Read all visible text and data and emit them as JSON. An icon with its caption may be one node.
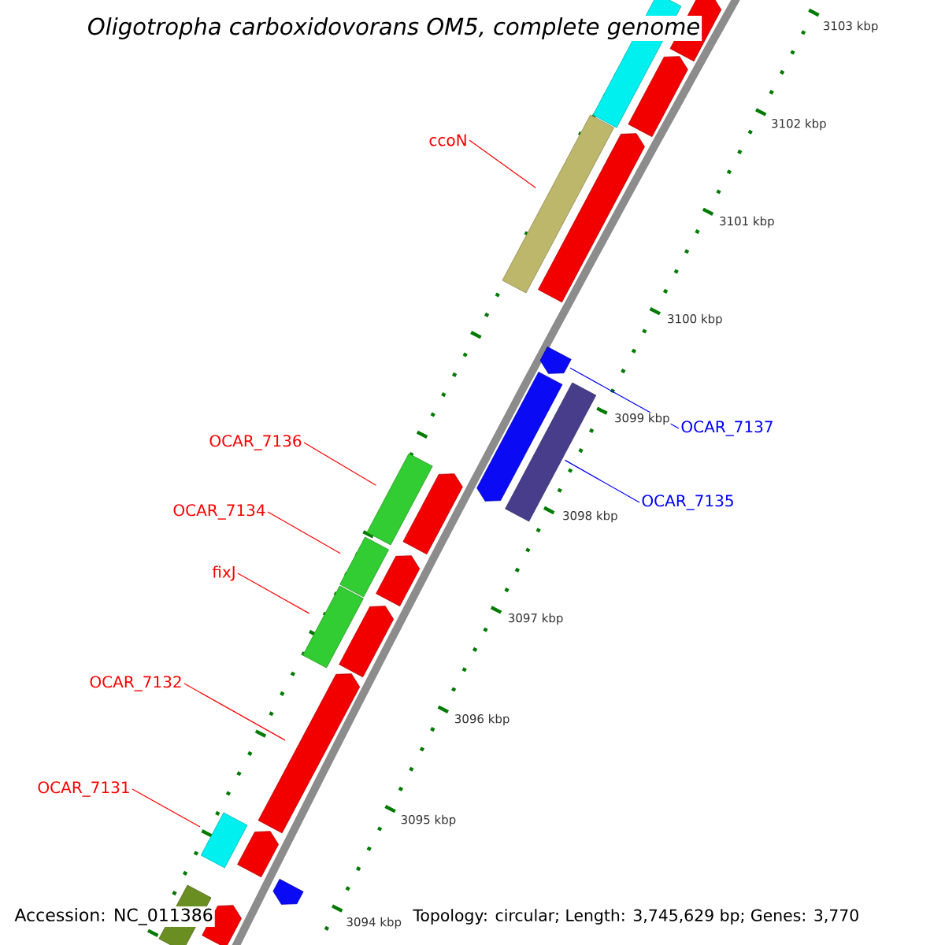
{
  "diagram": {
    "title": "Oligotropha carboxidovorans OM5, complete genome",
    "nodes": [
      {
        "text": [
          "ccoN"
        ]
      },
      {
        "text": [
          "OCAR_7136"
        ]
      },
      {
        "text": [
          "OCAR_7134"
        ]
      },
      {
        "text": [
          "fixJ"
        ]
      },
      {
        "text": [
          "OCAR_7132"
        ]
      },
      {
        "text": [
          "OCAR_7131"
        ]
      },
      {
        "text": [
          "OCAR_7137"
        ]
      },
      {
        "text": [
          "OCAR_7135"
        ]
      },
      {
        "text": [],
        "shape": "bar"
      },
      {
        "text": [],
        "shape": "arrow"
      },
      {
        "text": [],
        "shape": "arrow"
      },
      {
        "text": [],
        "shape": "bar"
      },
      {
        "text": [],
        "shape": "arrow"
      },
      {
        "text": [],
        "shape": "arrow"
      },
      {
        "text": [],
        "shape": "arrow"
      },
      {
        "text": [],
        "shape": "bar"
      },
      {
        "text": [],
        "shape": "bar"
      },
      {
        "text": [],
        "shape": "arrow"
      },
      {
        "text": [],
        "shape": "bar"
      },
      {
        "text": [],
        "shape": "arrow"
      },
      {
        "text": [],
        "shape": "bar"
      },
      {
        "text": [],
        "shape": "arrow"
      },
      {
        "text": [],
        "shape": "arrow"
      },
      {
        "text": [],
        "shape": "bar"
      },
      {
        "text": [],
        "shape": "arrow"
      },
      {
        "text": [],
        "shape": "arrow"
      },
      {
        "text": [],
        "shape": "bar"
      },
      {
        "text": [],
        "shape": "arrow"
      }
    ],
    "edges": [
      {
        "from": 0,
        "to": 11,
        "arrow": "none"
      },
      {
        "from": 1,
        "to": 16,
        "arrow": "none"
      },
      {
        "from": 2,
        "to": 18,
        "arrow": "none"
      },
      {
        "from": 3,
        "to": 20,
        "arrow": "none"
      },
      {
        "from": 4,
        "to": 22,
        "arrow": "none"
      },
      {
        "from": 5,
        "to": 23,
        "arrow": "none"
      },
      {
        "from": 6,
        "to": 13,
        "arrow": "none",
        "color": "#0000ff"
      },
      {
        "from": 7,
        "to": 15,
        "arrow": "none",
        "color": "#0000ff"
      }
    ],
    "labels": [
      "3103 kbp",
      "3102 kbp",
      "3101 kbp",
      "3100 kbp",
      "3099 kbp",
      "3098 kbp",
      "3097 kbp",
      "3096 kbp",
      "3095 kbp",
      "3094 kbp",
      "Accession: NC_011386",
      "Topology: circular; Length: 3,745,629 bp; Genes: 3,770"
    ]
  }
}
